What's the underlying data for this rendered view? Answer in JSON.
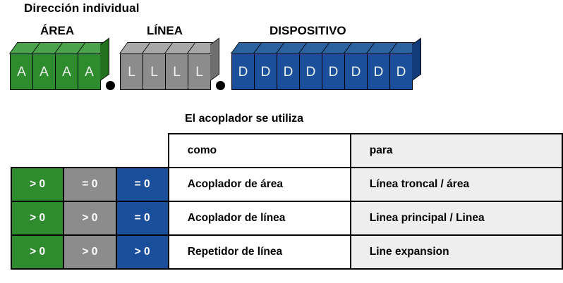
{
  "diagram": {
    "title": "Dirección individual",
    "groups": [
      {
        "name": "area",
        "label": "ÁREA",
        "glyph": "A",
        "count": 4,
        "color": "#2e8b2e"
      },
      {
        "name": "linea",
        "label": "LÍNEA",
        "glyph": "L",
        "count": 4,
        "color": "#8c8c8c"
      },
      {
        "name": "dispositivo",
        "label": "DISPOSITIVO",
        "glyph": "D",
        "count": 8,
        "color": "#1b4f9c"
      }
    ],
    "separator_glyph": "."
  },
  "table": {
    "caption": "El acoplador se utiliza",
    "headers": {
      "como": "como",
      "para": "para"
    },
    "rows": [
      {
        "area": "> 0",
        "linea": "= 0",
        "dispositivo": "= 0",
        "como": "Acoplador de área",
        "para": "Línea troncal / área"
      },
      {
        "area": "> 0",
        "linea": "> 0",
        "dispositivo": "= 0",
        "como": "Acoplador de línea",
        "para": "Linea principal / Linea"
      },
      {
        "area": "> 0",
        "linea": "> 0",
        "dispositivo": "> 0",
        "como": "Repetidor de línea",
        "para": "Line expansion"
      }
    ]
  }
}
